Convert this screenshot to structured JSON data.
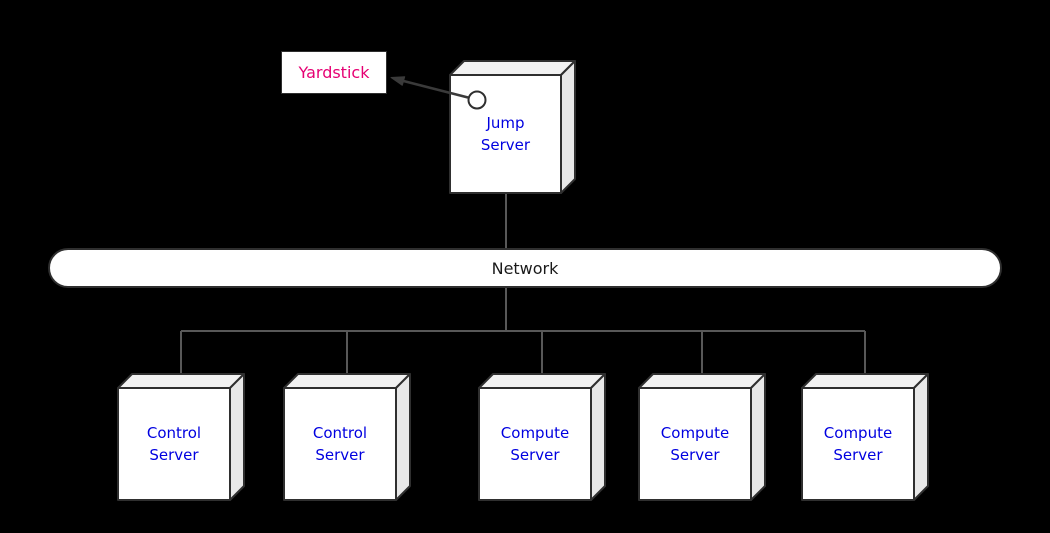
{
  "diagram": {
    "yardstick": {
      "label": "Yardstick"
    },
    "jump_server": {
      "label": "Jump Server"
    },
    "network": {
      "label": "Network"
    },
    "servers": [
      {
        "label": "Control Server"
      },
      {
        "label": "Control Server"
      },
      {
        "label": "Compute Server"
      },
      {
        "label": "Compute Server"
      },
      {
        "label": "Compute Server"
      }
    ],
    "colors": {
      "background": "#000000",
      "node_fill": "#ffffff",
      "node_top_fill": "#f2f2f2",
      "node_side_fill": "#e8e8e8",
      "node_stroke": "#2f2f2f",
      "connector": "#585858",
      "arrow": "#3a3a3a",
      "server_text": "#0000e0",
      "yardstick_text": "#e60073",
      "network_text": "#1a1a1a"
    }
  }
}
